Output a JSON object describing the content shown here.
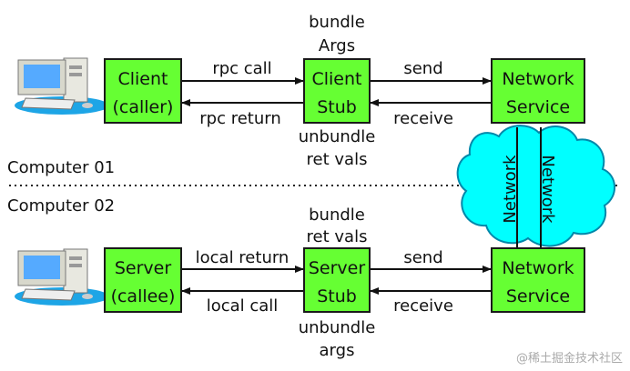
{
  "colors": {
    "box_fill": "#66ff33",
    "box_stroke": "#1a1a1a",
    "cloud_fill": "#00ffff",
    "cloud_stroke": "#0088aa",
    "text": "#111111",
    "watermark": "#aaaaaa"
  },
  "top": {
    "client": {
      "line1": "Client",
      "line2": "(caller)"
    },
    "stub": {
      "line1": "Client",
      "line2": "Stub"
    },
    "net": {
      "line1": "Network",
      "line2": "Service"
    },
    "above_stub": {
      "line1": "bundle",
      "line2": "Args"
    },
    "below_stub": {
      "line1": "unbundle",
      "line2": "ret vals"
    },
    "arrow_right_left": "rpc call",
    "arrow_left_left": "rpc return",
    "arrow_right_right": "send",
    "arrow_left_right": "receive"
  },
  "bottom": {
    "server": {
      "line1": "Server",
      "line2": "(callee)"
    },
    "stub": {
      "line1": "Server",
      "line2": "Stub"
    },
    "net": {
      "line1": "Network",
      "line2": "Service"
    },
    "above_stub": {
      "line1": "bundle",
      "line2": "ret vals"
    },
    "below_stub": {
      "line1": "unbundle",
      "line2": "args"
    },
    "arrow_right_left": "local return",
    "arrow_left_left": "local call",
    "arrow_right_right": "send",
    "arrow_left_right": "receive"
  },
  "divider": {
    "computer1": "Computer 01",
    "computer2": "Computer 02"
  },
  "network": {
    "left_label": "Network",
    "right_label": "Network"
  },
  "watermark": "@稀土掘金技术社区",
  "icons": [
    "computer-icon",
    "computer-icon"
  ]
}
